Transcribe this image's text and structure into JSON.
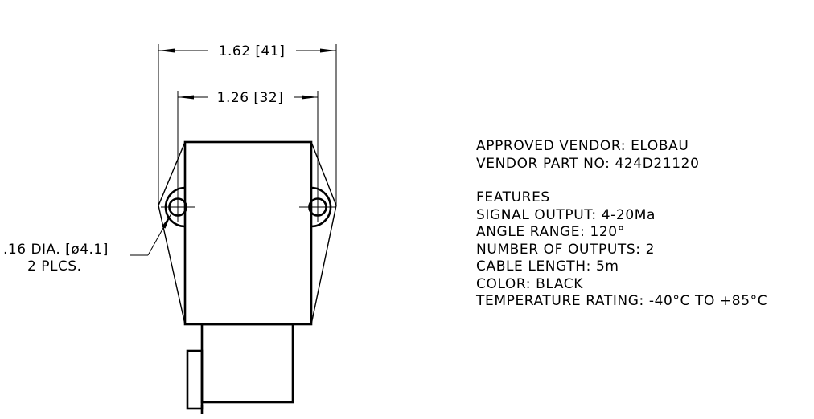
{
  "dimensions": {
    "overall_width": "1.62 [41]",
    "hole_spacing": "1.26 [32]",
    "hole_callout_line1": ".16 DIA. [ø4.1]",
    "hole_callout_line2": "2 PLCS."
  },
  "vendor": {
    "approved_vendor": "APPROVED VENDOR: ELOBAU",
    "part_no": "VENDOR PART NO: 424D21120"
  },
  "features": {
    "heading": "FEATURES",
    "items": [
      "SIGNAL OUTPUT: 4-20Ma",
      "ANGLE RANGE: 120°",
      "NUMBER OF OUTPUTS: 2",
      "CABLE LENGTH: 5m",
      "COLOR: BLACK",
      "TEMPERATURE RATING: -40°C TO +85°C"
    ]
  }
}
